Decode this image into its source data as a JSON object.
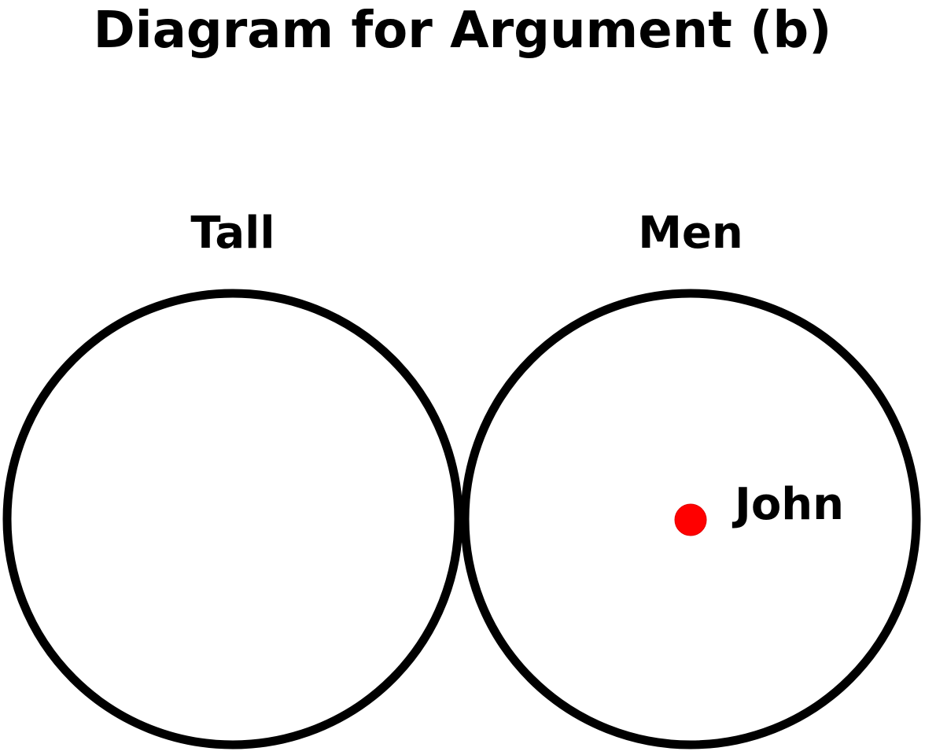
{
  "diagram": {
    "title": "Diagram for Argument (b)",
    "sets": [
      {
        "label": "Tall"
      },
      {
        "label": "Men"
      }
    ],
    "points": [
      {
        "label": "John",
        "set": "Men",
        "color": "#ff0000"
      }
    ],
    "colors": {
      "outline": "#000000",
      "text": "#000000",
      "background": "#ffffff"
    }
  }
}
